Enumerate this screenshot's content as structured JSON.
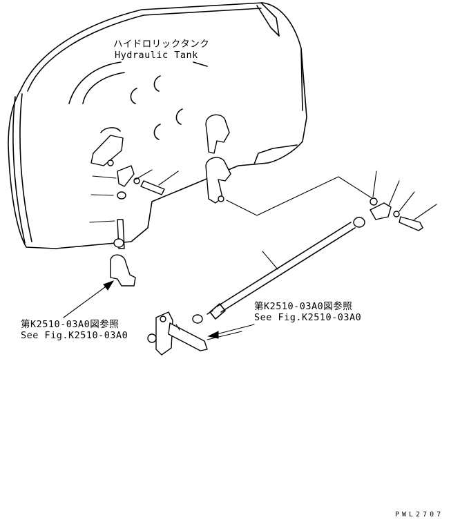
{
  "tank_label": {
    "jp": "ハイドロリックタンク",
    "en": "Hydraulic Tank"
  },
  "callouts": [
    {
      "jp": "第K2510-03A0図参照",
      "en": "See Fig.K2510-03A0"
    },
    {
      "jp": "第K2510-03A0図参照",
      "en": "See Fig.K2510-03A0"
    }
  ],
  "drawing_code": "PWL2707"
}
